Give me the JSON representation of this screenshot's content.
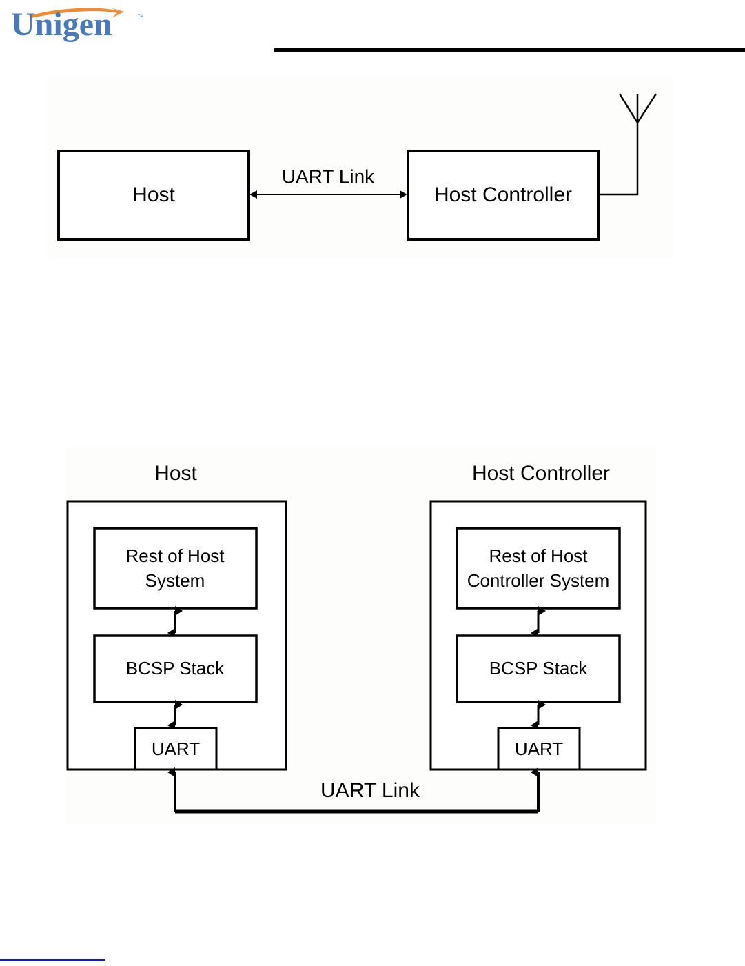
{
  "header": {
    "logo_text": "Unigen",
    "logo_trademark": "™",
    "logo_blue": "#4679bd",
    "logo_orange": "#f08a33",
    "rule_color": "#000000"
  },
  "figure1": {
    "name": "host-to-host-controller-uart-link",
    "boxes": [
      {
        "id": "host",
        "label": "Host"
      },
      {
        "id": "host-controller",
        "label": "Host Controller"
      }
    ],
    "connector_label": "UART Link",
    "antenna": "antenna-icon"
  },
  "figure2": {
    "name": "bcsp-stack-architecture",
    "columns": [
      {
        "id": "host",
        "title": "Host",
        "layers": [
          {
            "id": "rest-of-host-system",
            "label": "Rest of Host System"
          },
          {
            "id": "bcsp-stack",
            "label": "BCSP Stack"
          },
          {
            "id": "uart",
            "label": "UART"
          }
        ]
      },
      {
        "id": "host-controller",
        "title": "Host Controller",
        "layers": [
          {
            "id": "rest-of-host-controller-system",
            "label": "Rest of Host Controller System"
          },
          {
            "id": "bcsp-stack",
            "label": "BCSP Stack"
          },
          {
            "id": "uart",
            "label": "UART"
          }
        ]
      }
    ],
    "connector_label": "UART Link"
  },
  "footer": {
    "footnote_rule_color": "#1414d6"
  }
}
